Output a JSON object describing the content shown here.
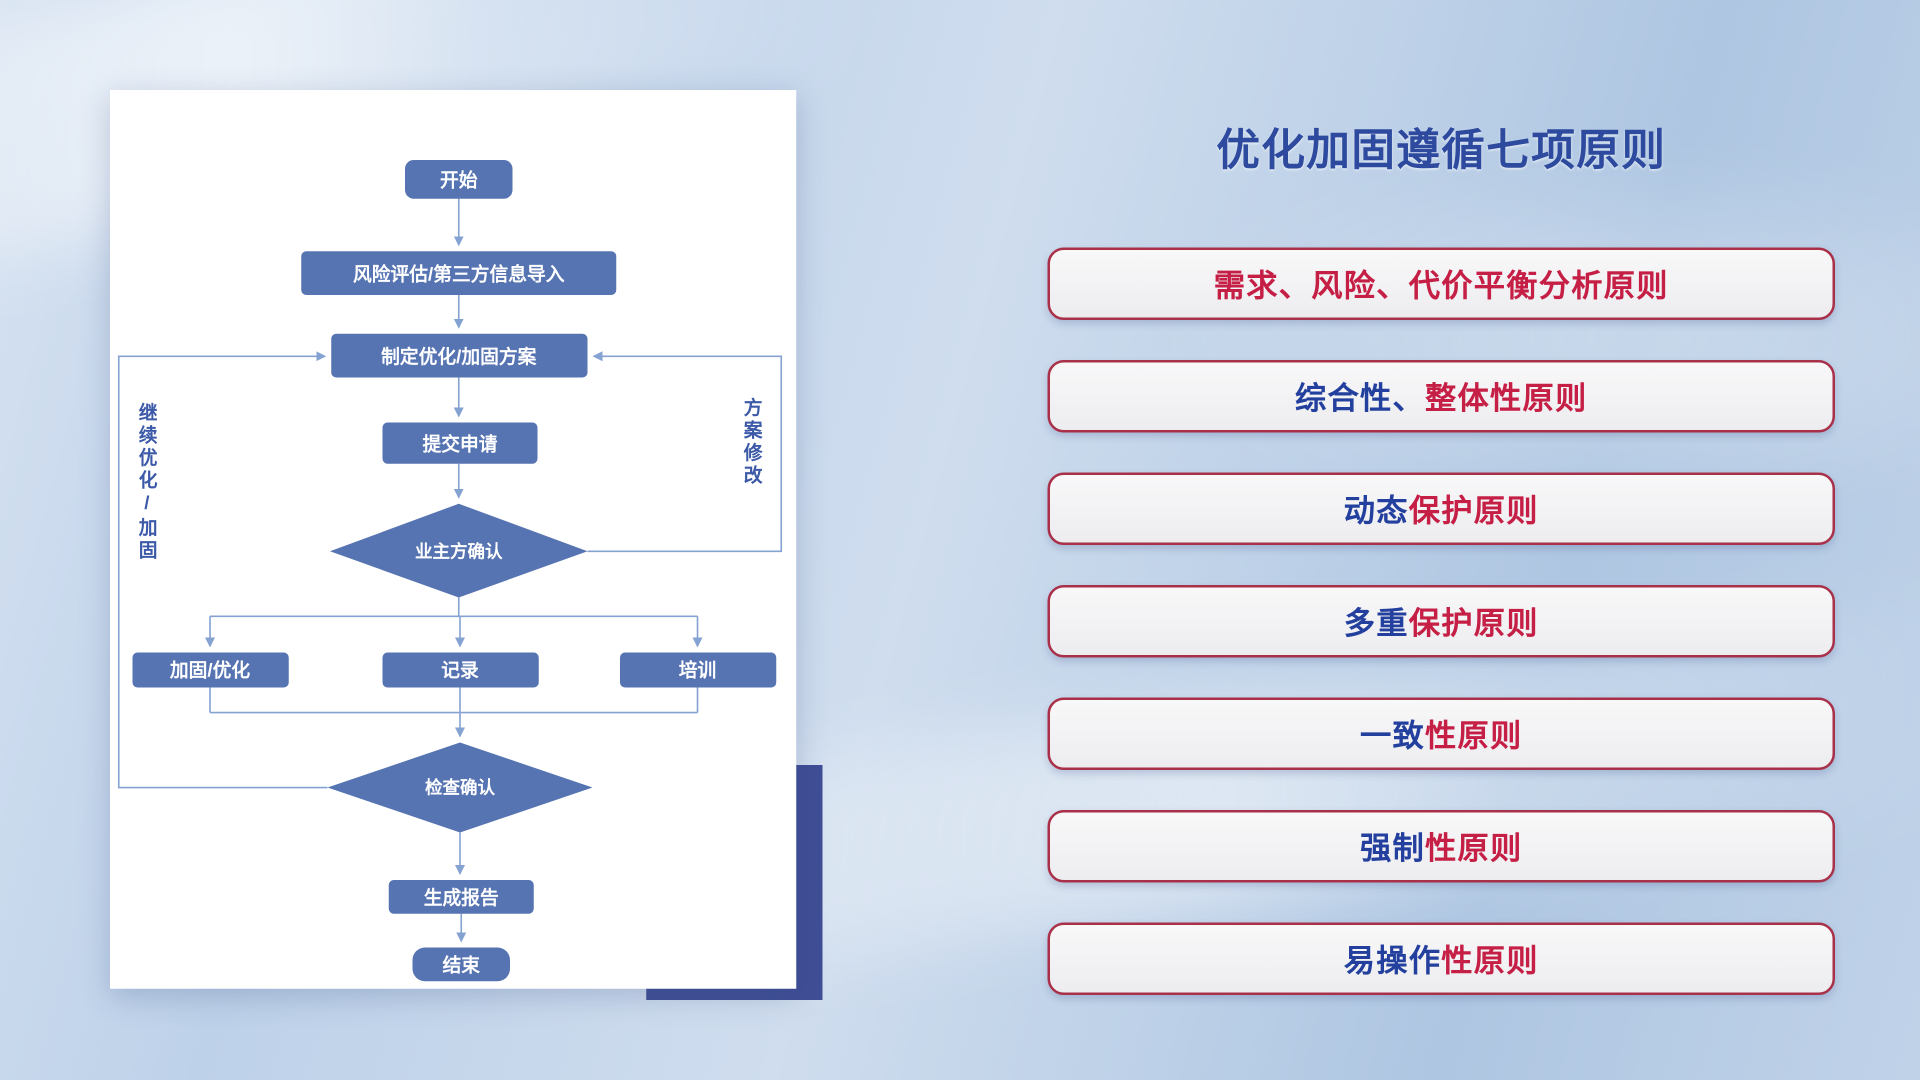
{
  "flowchart": {
    "nodes": {
      "start": "开始",
      "risk": "风险评估/第三方信息导入",
      "plan": "制定优化/加固方案",
      "submit": "提交申请",
      "owner_confirm": "业主方确认",
      "reinforce": "加固/优化",
      "record": "记录",
      "training": "培训",
      "check_confirm": "检查确认",
      "report": "生成报告",
      "end": "结束"
    },
    "labels": {
      "left_loop": "继续优化/加固",
      "right_loop": "方案修改"
    }
  },
  "principles": {
    "title": "优化加固遵循七项原则",
    "items": [
      {
        "blue": "",
        "red": "需求、风险、代价平衡分析原则"
      },
      {
        "blue": "综合性、",
        "red": "整体性原则"
      },
      {
        "blue": "动态",
        "red": "保护原则"
      },
      {
        "blue": "多重",
        "red": "保护原则"
      },
      {
        "blue": "一致",
        "red": "性原则"
      },
      {
        "blue": "强制",
        "red": "性原则"
      },
      {
        "blue": "易操作",
        "red": "性原则"
      }
    ]
  },
  "colors": {
    "node_fill": "#5673b2",
    "connector": "#85a3d2",
    "title": "#2d4a9e",
    "pill_border": "#a93049",
    "text_blue": "#24409e",
    "text_red": "#c51f45",
    "accent_rect": "#3f4e95"
  }
}
